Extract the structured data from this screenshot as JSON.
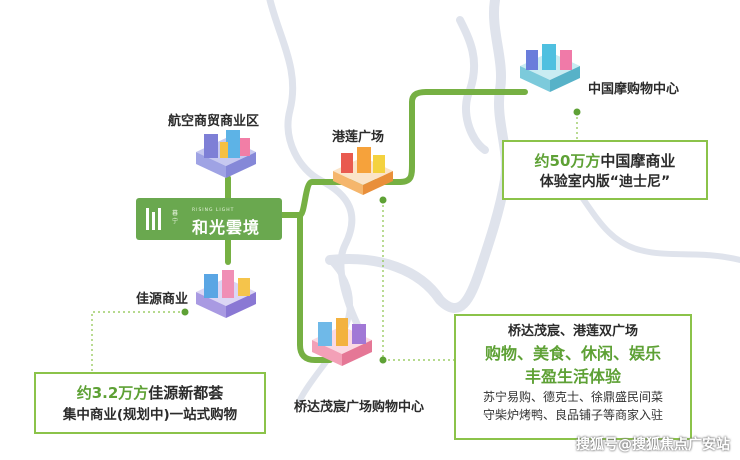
{
  "brand": {
    "name": "和光雲境",
    "english": "RISING LIGHT",
    "tag": "暮宁"
  },
  "locations": {
    "aviation": "航空商贸商业区",
    "ganglian": "港莲广场",
    "zhongguomo": "中国摩购物中心",
    "jiayuan": "佳源商业",
    "qiaoda": "桥达茂宸广场购物中心"
  },
  "callouts": {
    "zhongguomo": {
      "line1_green": "约50万方",
      "line1_dark": "中国摩商业",
      "line2": "体验室内版“迪士尼”"
    },
    "jiayuan": {
      "line1_green": "约3.2万方",
      "line1_dark": "佳源新都荟",
      "line2": "集中商业(规划中)一站式购物"
    },
    "qiaoda": {
      "line1": "桥达茂宸、港莲双广场",
      "line2": "购物、美食、休闲、娱乐",
      "line3": "丰盈生活体验",
      "line4": "苏宁易购、德克士、徐鼎盛民间菜",
      "line5": "守柴炉烤鸭、良品铺子等商家入驻"
    }
  },
  "watermark": "搜狐号@搜狐焦点广安站",
  "colors": {
    "route": "#76b043",
    "river": "#d9dde8",
    "accent": "#5ea135"
  }
}
